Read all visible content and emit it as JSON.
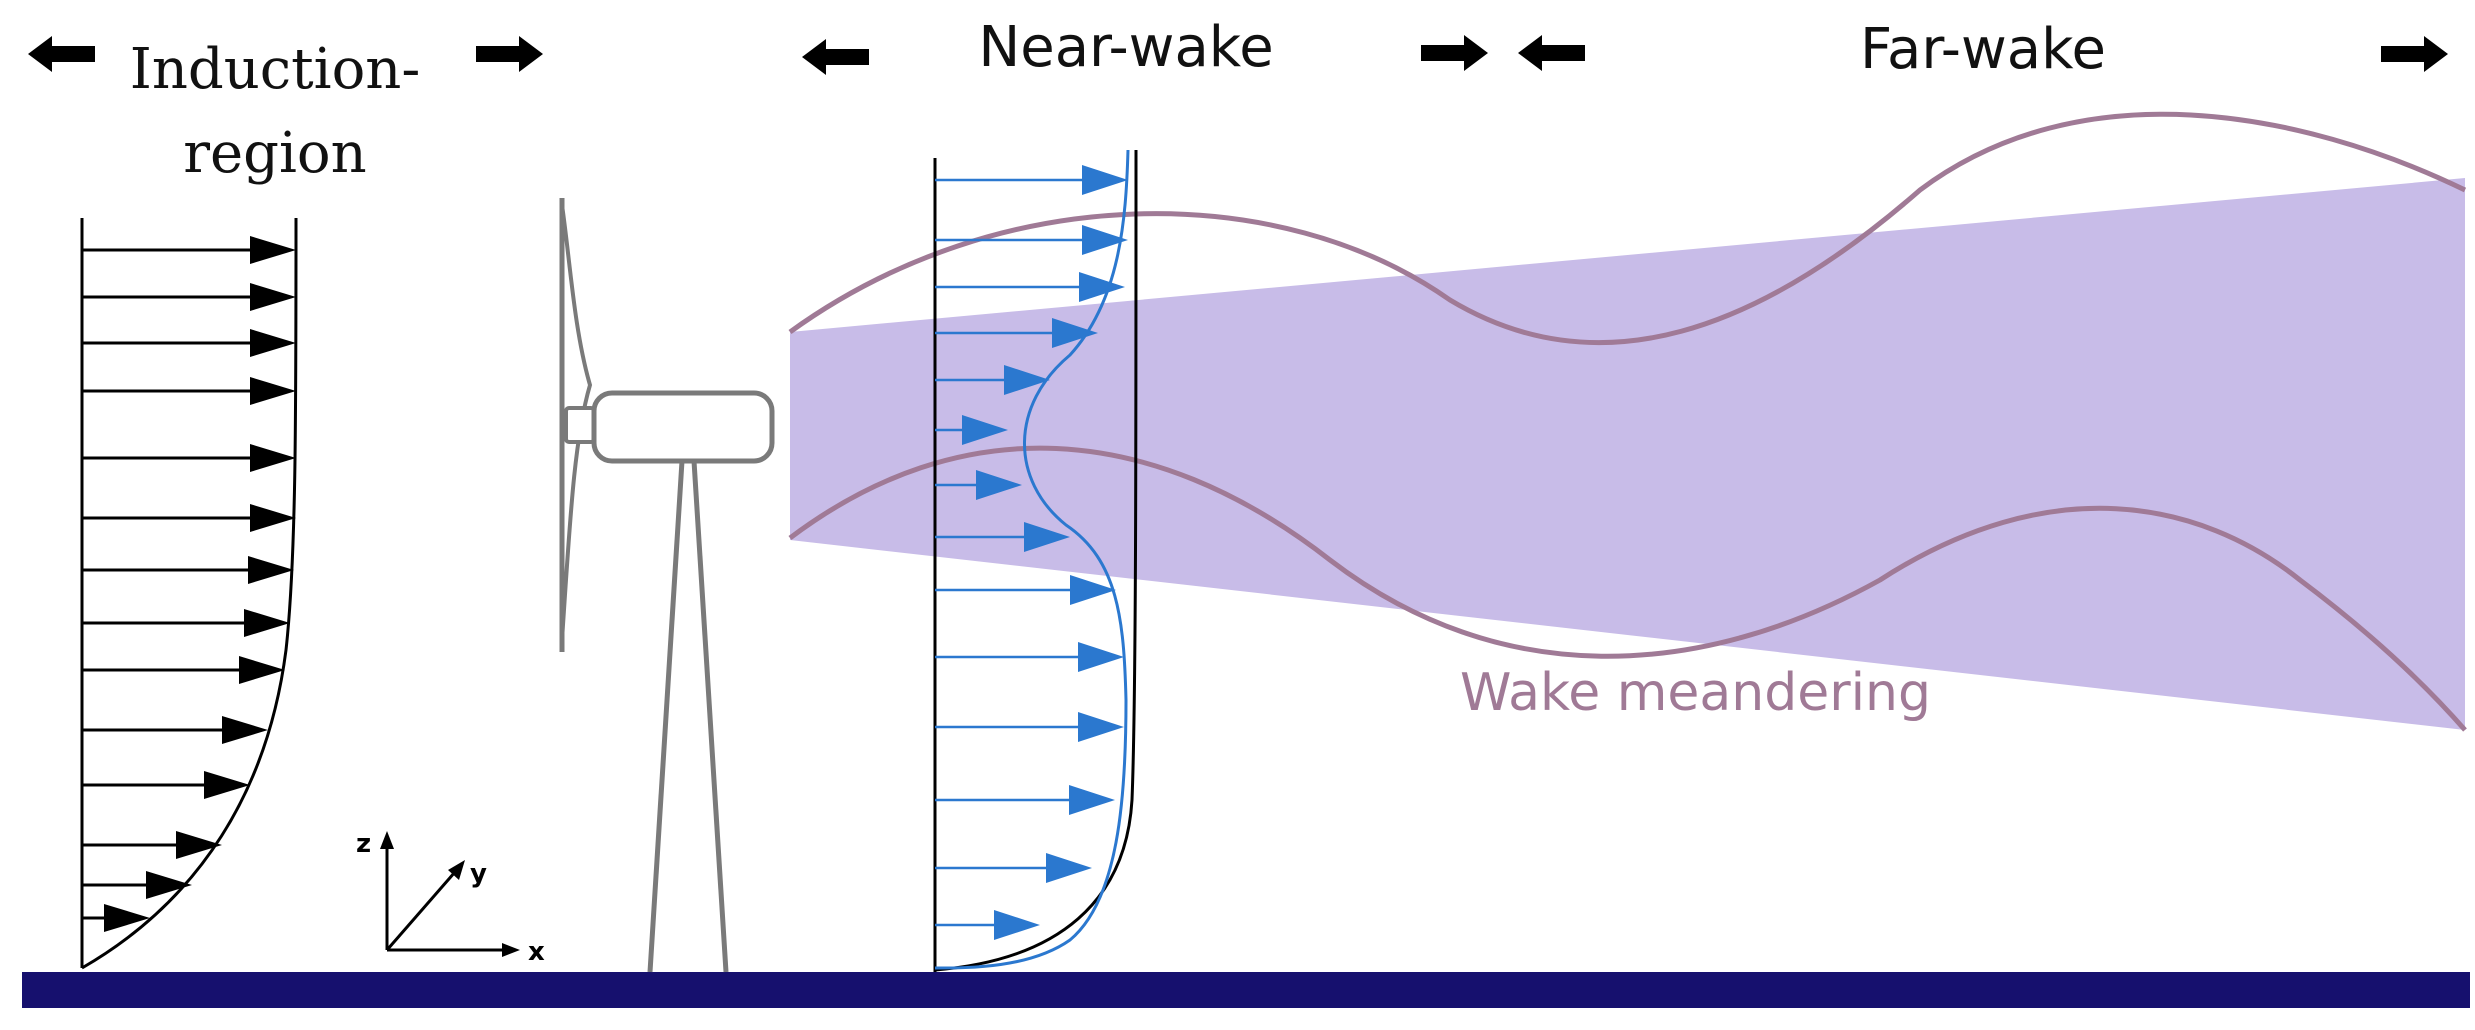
{
  "regions": {
    "induction": {
      "line1": "Induction-",
      "line2": "region"
    },
    "near_wake": "Near-wake",
    "far_wake": "Far-wake"
  },
  "annotations": {
    "wake_meandering": "Wake meandering"
  },
  "axes": {
    "z": "z",
    "y": "y",
    "x": "x"
  },
  "icons": {
    "region_arrow_left": "arrow-left-icon",
    "region_arrow_right": "arrow-right-icon",
    "turbine": "wind-turbine-icon"
  },
  "colors": {
    "inflow_arrows": "#000000",
    "wake_arrows": "#2b78cf",
    "wake_region": "#c8bce8",
    "meandering": "#a07a96",
    "ground": "#16106e",
    "turbine": "#7a7a7a"
  }
}
